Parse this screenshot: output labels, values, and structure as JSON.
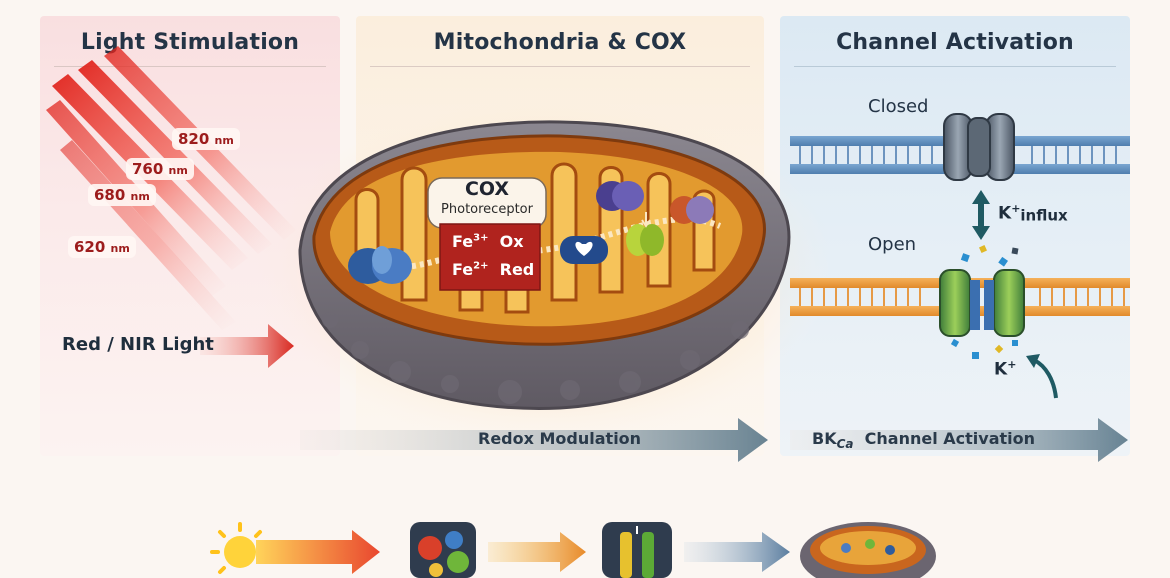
{
  "panels": {
    "light": {
      "title": "Light Stimulation",
      "wavelengths": [
        {
          "value": "820",
          "unit": "nm"
        },
        {
          "value": "760",
          "unit": "nm"
        },
        {
          "value": "680",
          "unit": "nm"
        },
        {
          "value": "620",
          "unit": "nm"
        }
      ],
      "source_label": "Red / NIR Light"
    },
    "mito": {
      "title": "Mitochondria & COX",
      "cox_label": "COX",
      "cox_sublabel": "Photoreceptor",
      "fe3": {
        "element": "Fe",
        "charge": "3+",
        "state": "Ox"
      },
      "fe2": {
        "element": "Fe",
        "charge": "2+",
        "state": "Red"
      }
    },
    "channel": {
      "title": "Channel Activation",
      "closed_label": "Closed",
      "open_label": "Open",
      "influx": {
        "ion": "K",
        "charge": "+",
        "suffix": "influx"
      },
      "ion": {
        "ion": "K",
        "charge": "+"
      }
    }
  },
  "flow": {
    "step1": "Redox Modulation",
    "step2_prefix": "BK",
    "step2_sub": "Ca",
    "step2_suffix": "Channel Activation"
  },
  "colors": {
    "title_text": "#243446",
    "wavelength_text": "#9c1c1c",
    "redox_box": "#b0231e",
    "flow_arrow": "#5a7a8c"
  },
  "icons": [
    "sun-icon",
    "molecules-icon",
    "channel-icon",
    "mitochondrion-icon"
  ]
}
